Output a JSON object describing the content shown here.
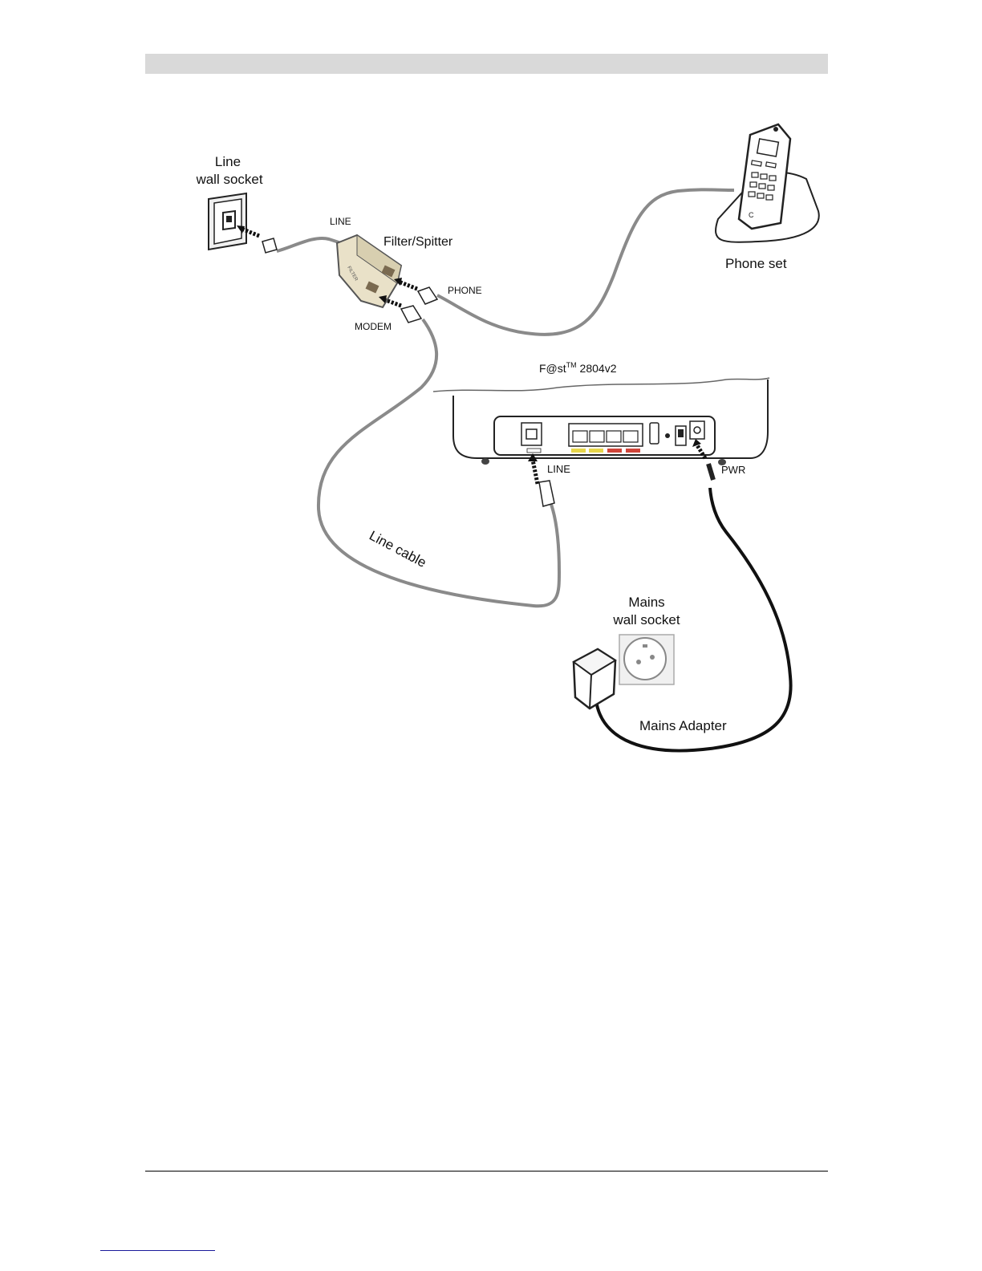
{
  "header": {
    "band_color": "#d9d9d9"
  },
  "figure": {
    "labels": {
      "line_wall_socket_line1": "Line",
      "line_wall_socket_line2": "wall socket",
      "filter_line_port": "LINE",
      "filter_splitter": "Filter/Spitter",
      "phone_port": "PHONE",
      "modem_port": "MODEM",
      "phone_set": "Phone set",
      "router_model_prefix": "F@st",
      "router_model_tm": "TM",
      "router_model_suffix": " 2804v2",
      "router_line_port": "LINE",
      "router_pwr_port": "PWR",
      "line_cable": "Line cable",
      "mains_socket_line1": "Mains",
      "mains_socket_line2": "wall socket",
      "mains_adapter": "Mains Adapter"
    },
    "icons": [
      "wall-socket-icon",
      "filter-splitter-icon",
      "phone-set-icon",
      "router-icon",
      "mains-socket-icon",
      "mains-adapter-icon"
    ],
    "colors": {
      "cable_gray": "#8a8a8a",
      "cable_black": "#111111",
      "splitter_body": "#e9e1c8",
      "router_port_yellow": "#e7d64a",
      "router_port_red": "#d0453a"
    }
  },
  "footer": {
    "rule_color": "#000000",
    "footnote_rule_color": "#1a1a9a"
  }
}
